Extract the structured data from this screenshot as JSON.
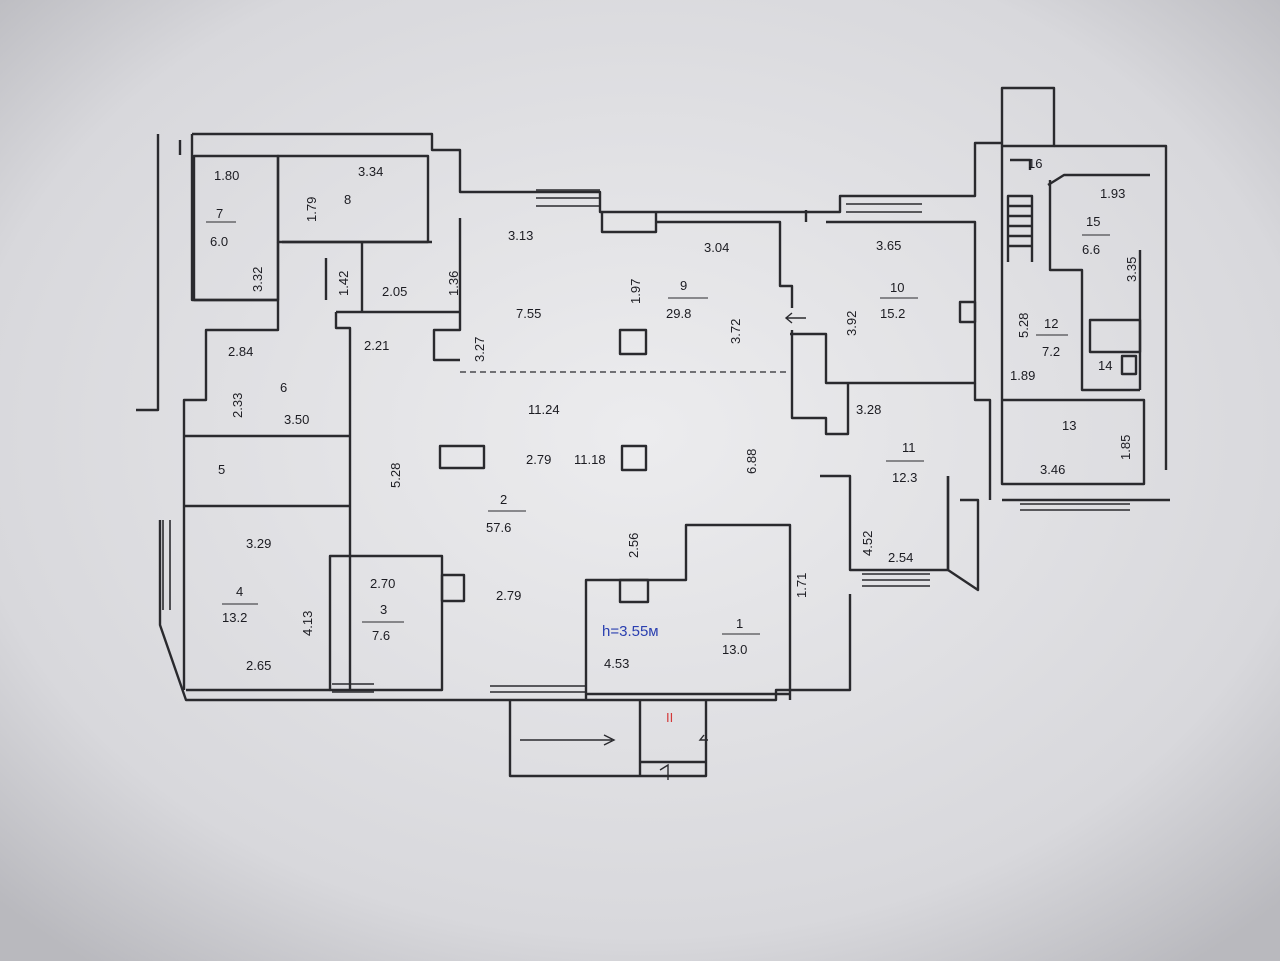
{
  "plan": {
    "ceiling_height": "h=3.55м",
    "entrance_mark": "II",
    "stair_number": "16",
    "rooms": [
      {
        "number": "7",
        "area": "6.0",
        "dims": [
          "1.80",
          "3.32"
        ]
      },
      {
        "number": "8",
        "area": "",
        "dims": [
          "3.34",
          "1.79"
        ]
      },
      {
        "number": "9",
        "area": "29.8",
        "dims": [
          "3.13",
          "3.04",
          "1.97",
          "7.55",
          "3.72",
          "3.27"
        ]
      },
      {
        "number": "10",
        "area": "15.2",
        "dims": [
          "3.65",
          "3.92"
        ]
      },
      {
        "number": "15",
        "area": "6.6",
        "dims": [
          "1.93",
          "3.35"
        ]
      },
      {
        "number": "12",
        "area": "7.2",
        "dims": [
          "5.28",
          "1.89"
        ]
      },
      {
        "number": "14",
        "area": ""
      },
      {
        "number": "13",
        "area": "",
        "dims": [
          "3.46",
          "1.85"
        ]
      },
      {
        "number": "6",
        "area": "",
        "dims": [
          "2.84",
          "2.33",
          "3.50",
          "1.42",
          "2.05",
          "1.36",
          "2.21"
        ]
      },
      {
        "number": "5",
        "area": ""
      },
      {
        "number": "2",
        "area": "57.6",
        "dims": [
          "11.24",
          "2.79",
          "11.18",
          "5.28",
          "6.88",
          "2.56",
          "2.79"
        ]
      },
      {
        "number": "11",
        "area": "12.3",
        "dims": [
          "3.28",
          "4.52",
          "2.54"
        ]
      },
      {
        "number": "4",
        "area": "13.2",
        "dims": [
          "3.29",
          "4.13",
          "2.65"
        ]
      },
      {
        "number": "3",
        "area": "7.6",
        "dims": [
          "2.70"
        ]
      },
      {
        "number": "1",
        "area": "13.0",
        "dims": [
          "4.53",
          "1.71"
        ]
      }
    ]
  },
  "colors": {
    "background": "#dcdcde",
    "wall": "#2a2a2e",
    "text": "#1c1c22",
    "accent_blue": "#2a3fb0",
    "accent_red": "#d43838"
  }
}
